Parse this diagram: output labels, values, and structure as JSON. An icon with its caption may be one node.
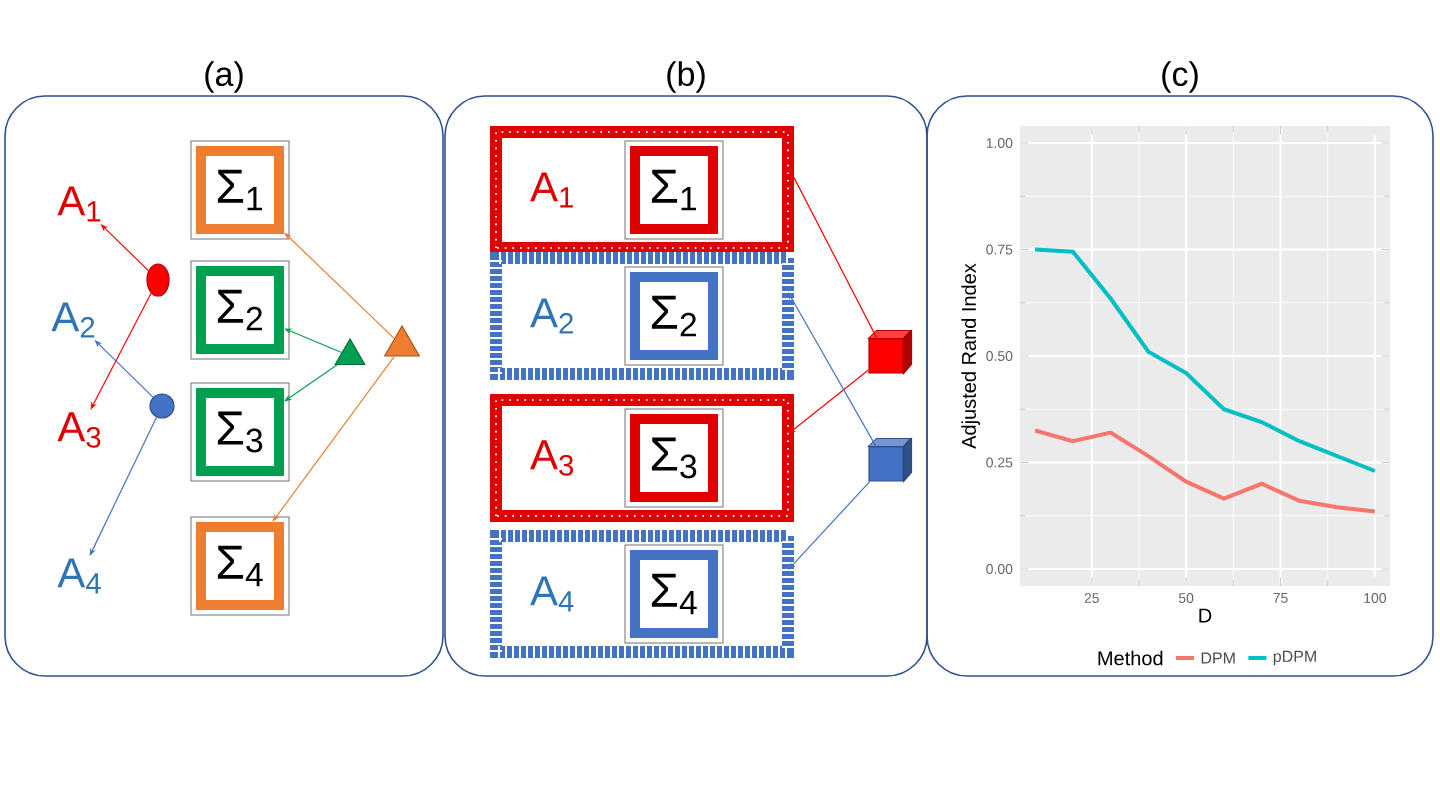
{
  "diagram": {
    "nodes": [
      {
        "text": [
          "(a)"
        ]
      },
      {
        "text": [
          "A$_{1}$"
        ],
        "in": 0
      },
      {
        "text": [
          "A$_{2}$"
        ],
        "in": 0
      },
      {
        "text": [
          "A$_{3}$"
        ],
        "in": 0
      },
      {
        "text": [
          "A$_{4}$"
        ],
        "in": 0
      },
      {
        "text": [
          "Σ$_{1}$"
        ],
        "in": 0
      },
      {
        "text": [
          "Σ$_{2}$"
        ],
        "in": 0
      },
      {
        "text": [
          "Σ$_{3}$"
        ],
        "in": 0
      },
      {
        "text": [
          "Σ$_{4}$"
        ],
        "in": 0
      },
      {
        "text": [],
        "shape": "ellipse",
        "in": 0
      },
      {
        "text": [],
        "shape": "circle",
        "in": 0
      },
      {
        "text": [],
        "shape": "triangle",
        "in": 0
      },
      {
        "text": [],
        "shape": "triangle",
        "in": 0
      },
      {
        "text": [
          "(b)"
        ]
      },
      {
        "text": [
          "A$_{1}$"
        ],
        "in": 13
      },
      {
        "text": [
          "Σ$_{1}$"
        ],
        "in": 14
      },
      {
        "text": [
          "A$_{2}$"
        ],
        "in": 13
      },
      {
        "text": [
          "Σ$_{2}$"
        ],
        "in": 16
      },
      {
        "text": [
          "A$_{3}$"
        ],
        "in": 13
      },
      {
        "text": [
          "Σ$_{3}$"
        ],
        "in": 18
      },
      {
        "text": [
          "A$_{4}$"
        ],
        "in": 13
      },
      {
        "text": [
          "Σ$_{4}$"
        ],
        "in": 20
      },
      {
        "text": [],
        "shape": "cube",
        "in": 13
      },
      {
        "text": [],
        "shape": "cube",
        "in": 13
      },
      {
        "text": [
          "(c)"
        ]
      }
    ],
    "edges": [
      {
        "from": 9,
        "to": 1,
        "arrow": "to",
        "color": "#ff0000"
      },
      {
        "from": 9,
        "to": 3,
        "arrow": "to",
        "color": "#ff0000"
      },
      {
        "from": 10,
        "to": 2,
        "arrow": "to",
        "color": "#4472c4"
      },
      {
        "from": 10,
        "to": 4,
        "arrow": "to",
        "color": "#4472c4"
      },
      {
        "from": 11,
        "to": 6,
        "arrow": "to",
        "color": "#00a050"
      },
      {
        "from": 11,
        "to": 7,
        "arrow": "to",
        "color": "#00a050"
      },
      {
        "from": 12,
        "to": 5,
        "arrow": "to",
        "color": "#ed7d31"
      },
      {
        "from": 12,
        "to": 8,
        "arrow": "to",
        "color": "#ed7d31"
      },
      {
        "from": 22,
        "to": 14,
        "arrow": "to",
        "color": "#ff0000"
      },
      {
        "from": 22,
        "to": 18,
        "arrow": "to",
        "color": "#ff0000"
      },
      {
        "from": 23,
        "to": 16,
        "arrow": "to",
        "color": "#4472c4"
      },
      {
        "from": 23,
        "to": 20,
        "arrow": "to",
        "color": "#4472c4"
      }
    ],
    "chart_data": {
      "type": "line",
      "xlabel": "D",
      "ylabel": "Adjusted Rand Index",
      "grid": true,
      "legend": {
        "title": "Method"
      },
      "x": [
        10,
        20,
        30,
        40,
        50,
        60,
        70,
        80,
        90,
        100
      ],
      "series": [
        {
          "name": "DPM",
          "color": "#f8766d",
          "values": [
            0.325,
            0.3,
            0.32,
            0.265,
            0.205,
            0.165,
            0.2,
            0.16,
            0.145,
            0.135
          ]
        },
        {
          "name": "pDPM",
          "color": "#00bfc4",
          "values": [
            0.75,
            0.745,
            0.635,
            0.51,
            0.46,
            0.375,
            0.345,
            0.3,
            0.265,
            0.23
          ]
        }
      ],
      "xlim": [
        6,
        104
      ],
      "ylim": [
        -0.04,
        1.04
      ],
      "xticks": [
        25,
        50,
        75,
        100
      ],
      "yticks": [
        {
          "value": 0,
          "label": "0.00"
        },
        {
          "value": 0.25,
          "label": "0.25"
        },
        {
          "value": 0.5,
          "label": "0.50"
        },
        {
          "value": 0.75,
          "label": "0.75"
        },
        {
          "value": 1,
          "label": "1.00"
        }
      ]
    }
  }
}
